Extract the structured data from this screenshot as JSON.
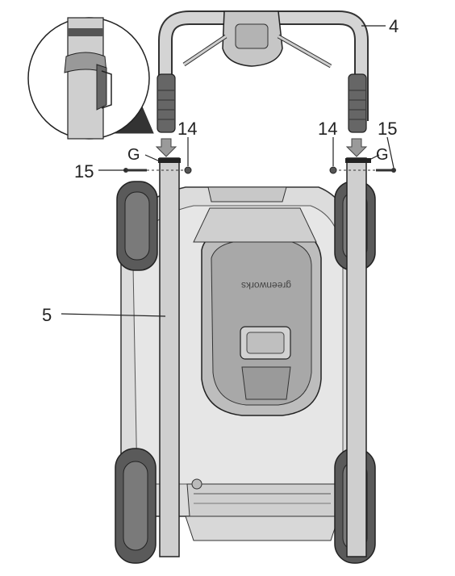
{
  "figure": {
    "callouts": {
      "c4": "4",
      "c5": "5",
      "c14_left": "14",
      "c14_right": "14",
      "c15_left": "15",
      "c15_right": "15",
      "g_left": "G",
      "g_right": "G"
    },
    "brand_text": "greenworks"
  },
  "colors": {
    "body": "#d6d6d6",
    "body_dark": "#a9a9a9",
    "tube": "#cfcfcf",
    "tire": "#595959",
    "outline": "#333333"
  }
}
